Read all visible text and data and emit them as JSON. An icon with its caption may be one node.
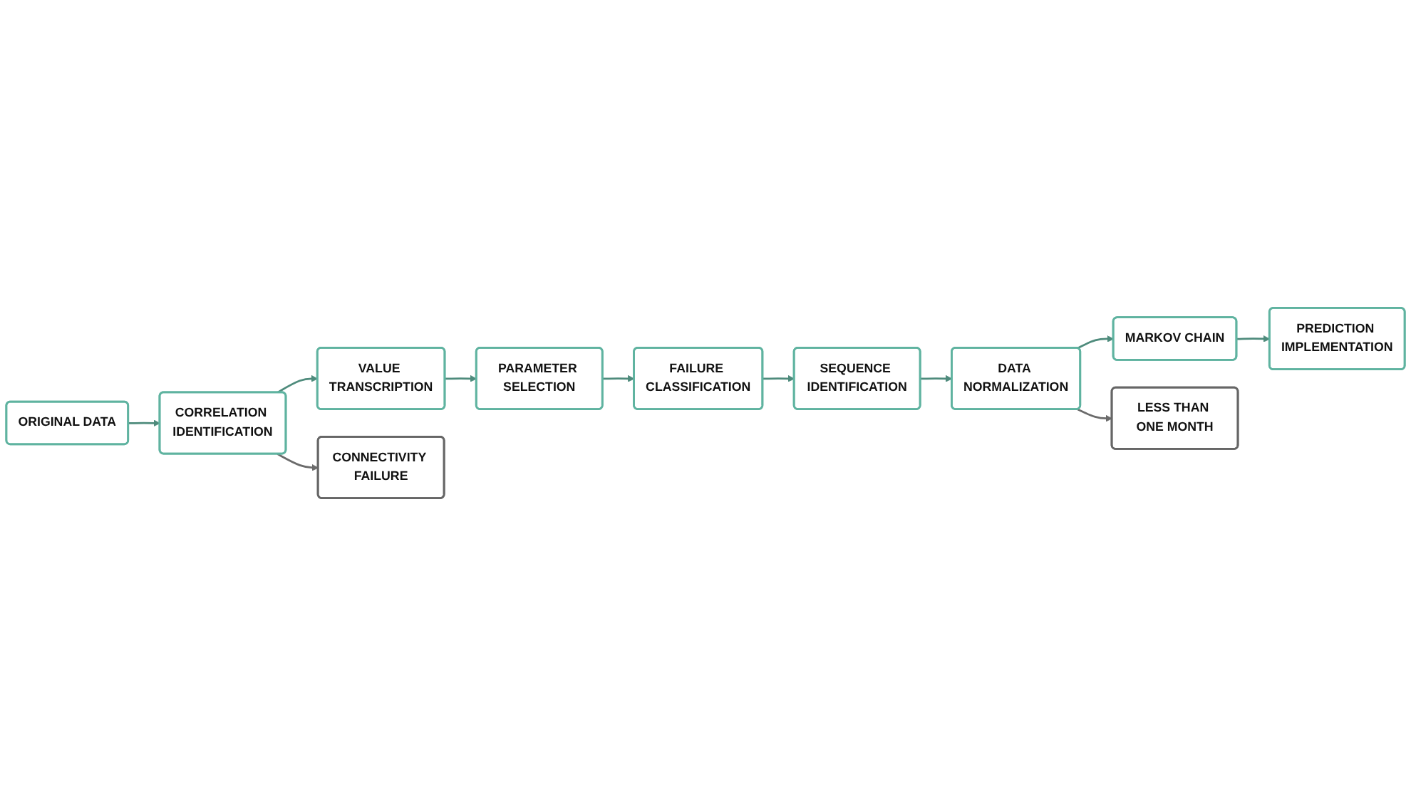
{
  "diagram": {
    "nodes": [
      {
        "text": [
          "ORIGINAL DATA"
        ]
      },
      {
        "text": [
          "CORRELATION IDENTIFICATION"
        ]
      },
      {
        "text": [
          "VALUE TRANSCRIPTION"
        ]
      },
      {
        "text": [
          "PARAMETER SELECTION"
        ]
      },
      {
        "text": [
          "CONNECTIVITY FAILURE"
        ]
      },
      {
        "text": [
          "FAILURE CLASSIFICATION"
        ]
      },
      {
        "text": [
          "PREDICTION IMPLEMENTATION"
        ]
      },
      {
        "text": [
          "MARKOV CHAIN"
        ]
      },
      {
        "text": [
          "DATA NORMALIZATION"
        ]
      },
      {
        "text": [
          "SEQUENCE IDENTIFICATION"
        ]
      },
      {
        "text": [
          "LESS THAN ONE MONTH"
        ]
      }
    ],
    "edges": [
      {
        "from": 0,
        "to": 1,
        "arrow": "to"
      },
      {
        "from": 1,
        "to": 2,
        "arrow": "to"
      },
      {
        "from": 2,
        "to": 3,
        "arrow": "to"
      },
      {
        "from": 1,
        "to": 4,
        "arrow": "to",
        "color": "#6b6b6b"
      },
      {
        "from": 3,
        "to": 5,
        "arrow": "to"
      },
      {
        "from": 5,
        "to": 9,
        "arrow": "to"
      },
      {
        "from": 9,
        "to": 8,
        "arrow": "to"
      },
      {
        "from": 8,
        "to": 7,
        "arrow": "to"
      },
      {
        "from": 7,
        "to": 6,
        "arrow": "to"
      },
      {
        "from": 8,
        "to": 10,
        "arrow": "to",
        "color": "#6b6b6b"
      }
    ]
  }
}
